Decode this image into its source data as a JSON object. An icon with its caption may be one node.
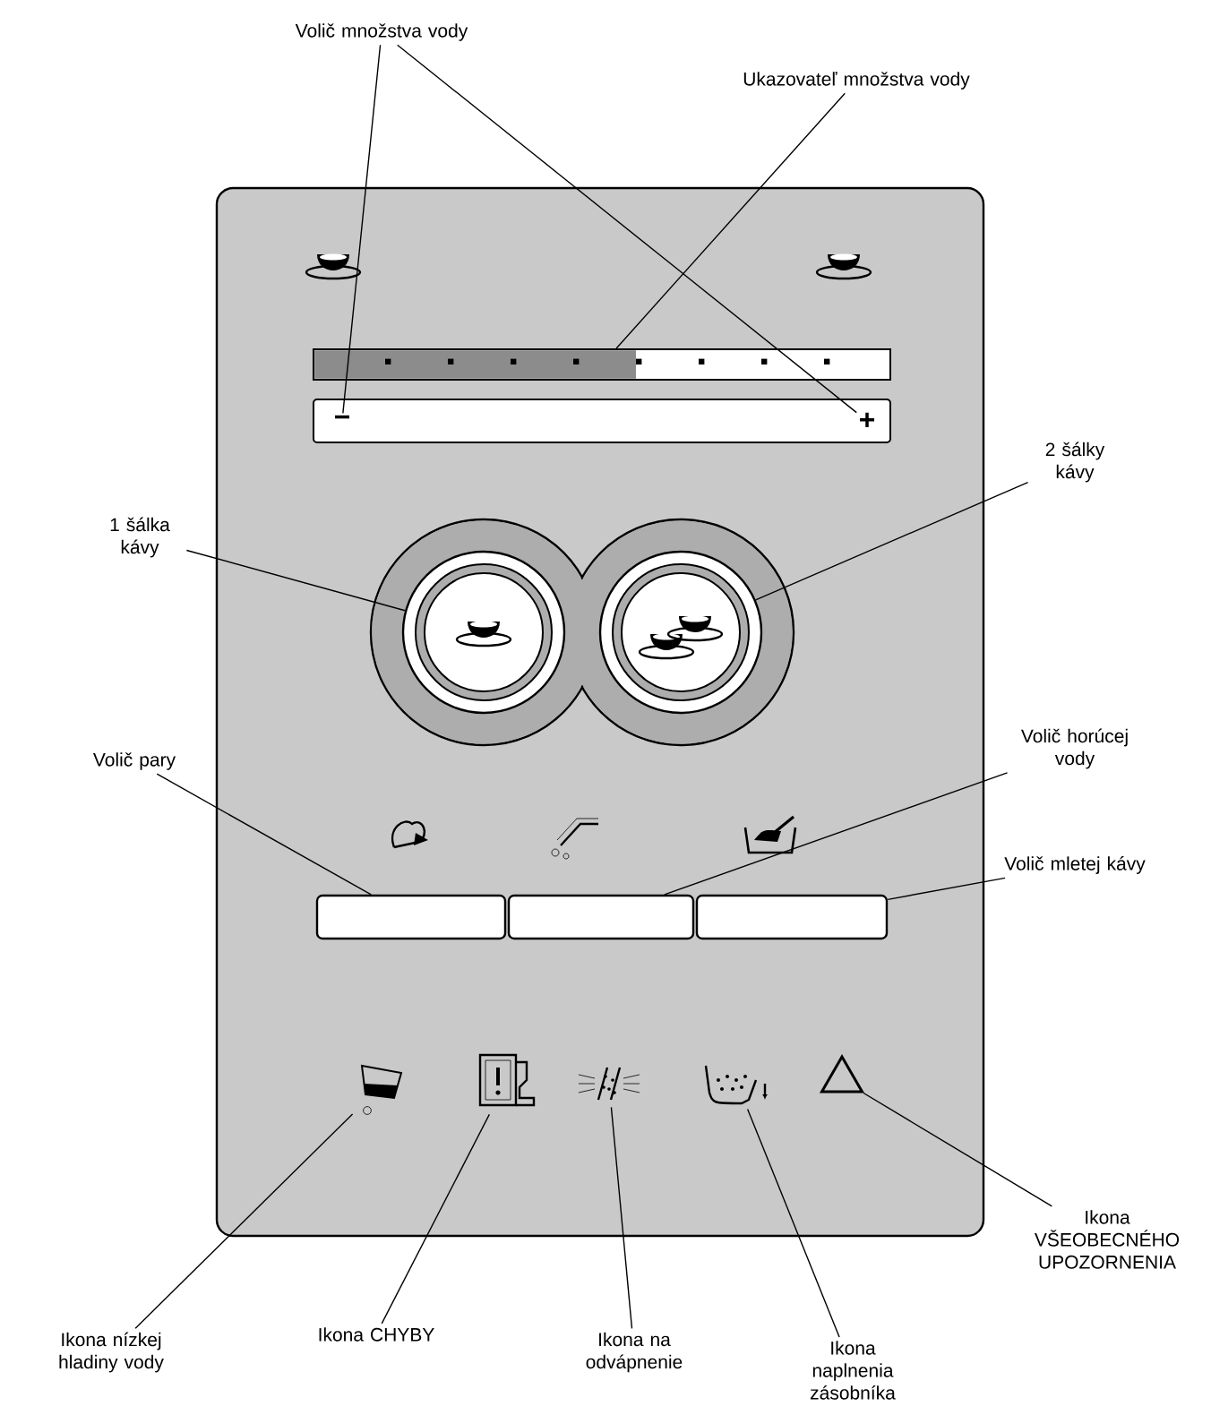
{
  "diagram": {
    "nodes": [
      {
        "text": [
          "Volič množstva vody"
        ]
      },
      {
        "text": [
          "Ukazovateľ množstva vody"
        ]
      },
      {
        "text": [
          "1 šálka kávy"
        ]
      },
      {
        "text": [
          "2 šálky kávy"
        ]
      },
      {
        "text": [
          "Volič pary"
        ]
      },
      {
        "text": [
          "Volič horúcej vody"
        ]
      },
      {
        "text": [
          "Volič mletej kávy"
        ]
      },
      {
        "text": [
          "Ikona VŠEOBECNÉHO UPOZORNENIA"
        ]
      },
      {
        "text": [
          "Ikona nízkej hladiny vody"
        ]
      },
      {
        "text": [
          "Ikona CHYBY"
        ]
      },
      {
        "text": [
          "Ikona na odvápnenie"
        ]
      },
      {
        "text": [
          "Ikona naplnenia zásobníka"
        ]
      },
      {
        "text": [
          "−"
        ]
      },
      {
        "text": [
          "+"
        ]
      },
      {
        "text": [],
        "shape": "bar"
      },
      {
        "text": [],
        "shape": "panel"
      },
      {
        "text": [],
        "shape": "circle",
        "in": 15
      },
      {
        "text": [],
        "shape": "circle",
        "in": 15
      },
      {
        "text": [],
        "shape": "box"
      },
      {
        "text": [],
        "shape": "box"
      },
      {
        "text": [],
        "shape": "box"
      },
      {
        "text": [],
        "shape": "triangle"
      },
      {
        "text": [],
        "shape": "icon"
      },
      {
        "text": [],
        "shape": "icon"
      },
      {
        "text": [],
        "shape": "icon"
      },
      {
        "text": [],
        "shape": "icon"
      }
    ],
    "edges": [
      {
        "from": 0,
        "to": 12,
        "arrow": "none"
      },
      {
        "from": 0,
        "to": 13,
        "arrow": "none"
      },
      {
        "from": 1,
        "to": 14,
        "arrow": "none"
      },
      {
        "from": 2,
        "to": 16,
        "arrow": "none"
      },
      {
        "from": 3,
        "to": 17,
        "arrow": "none"
      },
      {
        "from": 4,
        "to": 18,
        "arrow": "none"
      },
      {
        "from": 5,
        "to": 19,
        "arrow": "none"
      },
      {
        "from": 6,
        "to": 20,
        "arrow": "none"
      },
      {
        "from": 7,
        "to": 21,
        "arrow": "none"
      },
      {
        "from": 8,
        "to": 22,
        "arrow": "none"
      },
      {
        "from": 9,
        "to": 23,
        "arrow": "none"
      },
      {
        "from": 10,
        "to": 24,
        "arrow": "none"
      },
      {
        "from": 11,
        "to": 25,
        "arrow": "none"
      }
    ]
  }
}
